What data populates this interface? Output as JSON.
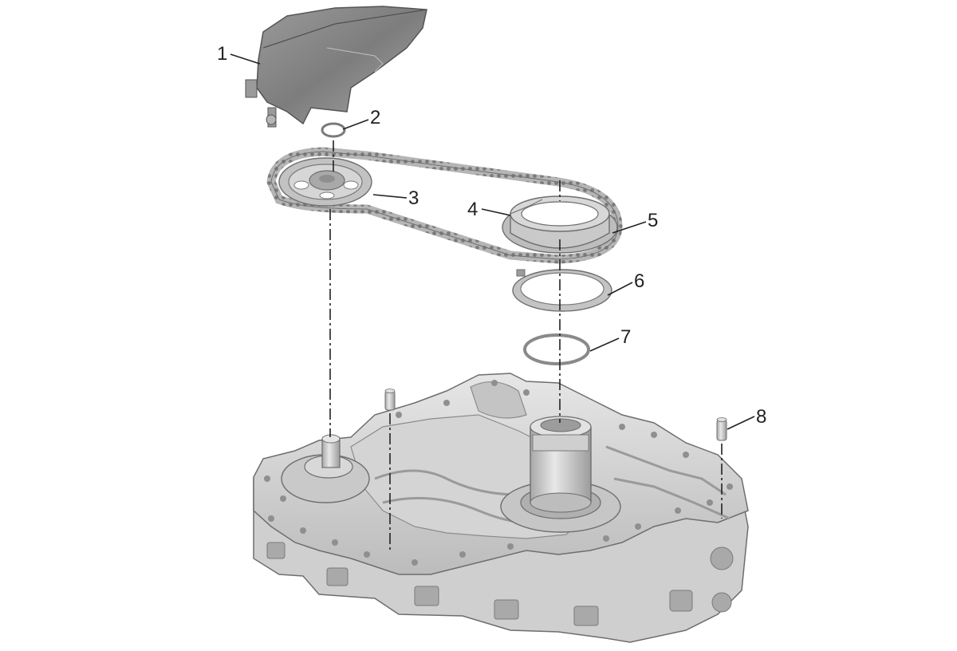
{
  "diagram": {
    "callouts": [
      {
        "id": "1",
        "label": "1"
      },
      {
        "id": "2",
        "label": "2"
      },
      {
        "id": "3",
        "label": "3"
      },
      {
        "id": "4",
        "label": "4"
      },
      {
        "id": "5",
        "label": "5"
      },
      {
        "id": "6",
        "label": "6"
      },
      {
        "id": "7",
        "label": "7"
      },
      {
        "id": "8",
        "label": "8"
      }
    ]
  },
  "colors": {
    "part_light": "#d9d9d9",
    "part_mid": "#b8b8b8",
    "part_dark": "#8c8c8c",
    "part_outline": "#6e6e6e",
    "text": "#222222"
  }
}
